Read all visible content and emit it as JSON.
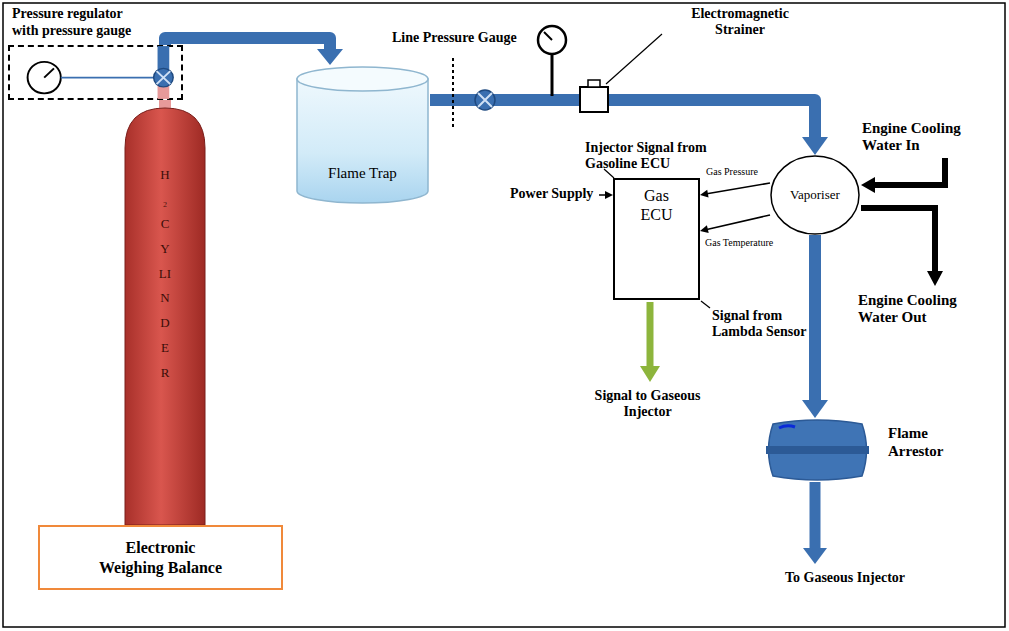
{
  "diagram": {
    "nodes": [
      {
        "text": [
          "Pressure regulator with pressure gauge"
        ]
      },
      {
        "text": [
          "H₂ CYLINDER"
        ]
      },
      {
        "text": [
          "Electronic Weighing Balance"
        ]
      },
      {
        "text": [
          "Flame Trap"
        ]
      },
      {
        "text": [
          "Gas ECU"
        ]
      },
      {
        "text": [
          "Vaporiser"
        ]
      },
      {
        "text": [
          "Flame Arrestor"
        ]
      }
    ],
    "edges": [
      {
        "from": 1,
        "to": 0,
        "arrow": "none"
      },
      {
        "from": 0,
        "to": 3,
        "arrow": "to"
      },
      {
        "from": 3,
        "to": 5,
        "arrow": "to"
      },
      {
        "from": 5,
        "to": 4,
        "label": "Gas Pressure",
        "arrow": "to"
      },
      {
        "from": 5,
        "to": 4,
        "label": "Gas Temperature",
        "arrow": "to"
      },
      {
        "from": 5,
        "to": 6,
        "arrow": "to"
      }
    ],
    "labels": [
      "Line Pressure Gauge",
      "Electromagnetic Strainer",
      "Injector Signal from Gasoline ECU",
      "Power Supply",
      "Engine Cooling Water In",
      "Engine Cooling Water Out",
      "Signal from Lambda Sensor",
      "Signal to Gaseous Injector",
      "To Gaseous Injector"
    ]
  }
}
